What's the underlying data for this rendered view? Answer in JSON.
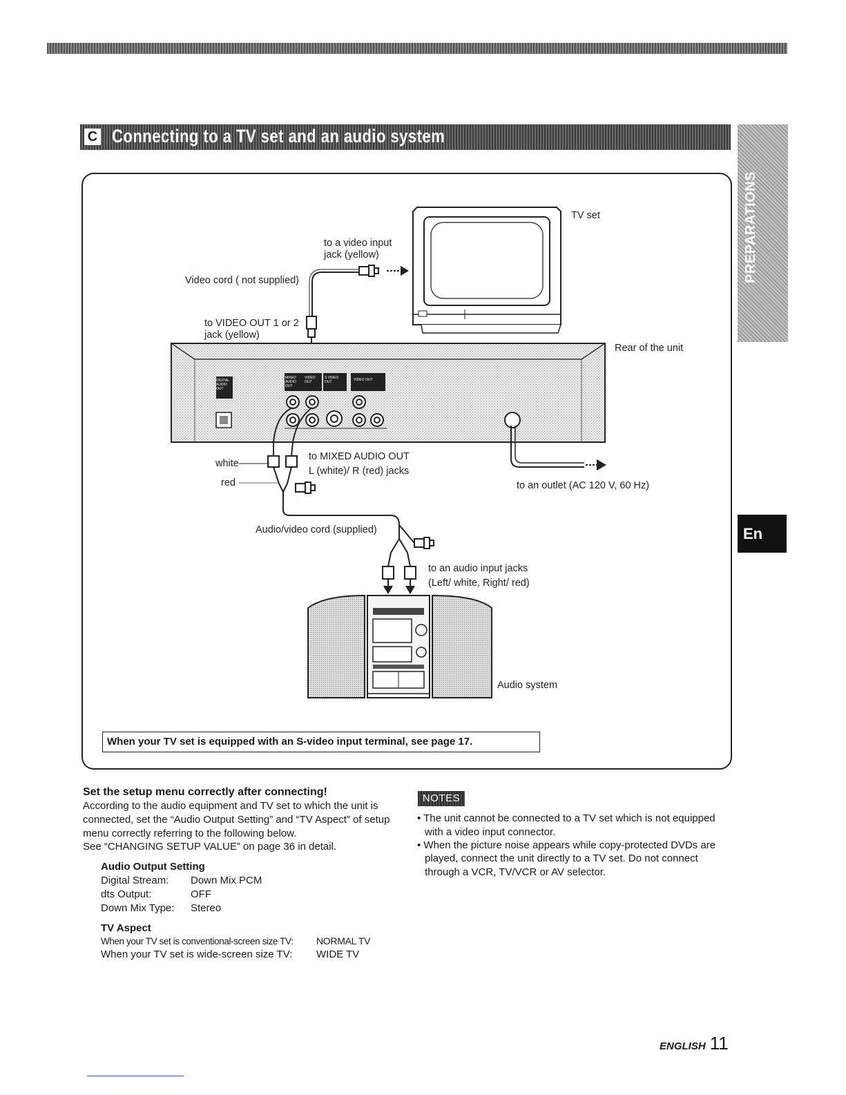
{
  "section": {
    "letter": "C",
    "title": "Connecting to a TV set and an audio system"
  },
  "side_tab": "PREPARATIONS",
  "lang_tab": "En",
  "diagram": {
    "tv_set": "TV set",
    "video_input_line1": "to a video input",
    "video_input_line2": "jack (yellow)",
    "video_cord": "Video cord ( not supplied)",
    "video_out_line1": "to VIDEO OUT 1 or 2",
    "video_out_line2": "jack (yellow)",
    "rear_of_unit": "Rear of the unit",
    "white": "white",
    "red": "red",
    "mixed_audio_line1": "to MIXED AUDIO OUT",
    "mixed_audio_line2": "L (white)/ R (red) jacks",
    "outlet": "to an outlet  (AC 120 V, 60 Hz)",
    "av_cord": "Audio/video cord (supplied)",
    "audio_input_line1": "to an audio input jacks",
    "audio_input_line2": "(Left/ white, Right/ red)",
    "audio_system": "Audio system",
    "panel_digital": "DIGITAL AUDIO OUT",
    "panel_mixed": "MIXED AUDIO OUT",
    "panel_video": "VIDEO OUT",
    "panel_svideo": "S VIDEO OUT",
    "panel_video2": "VIDEO OUT"
  },
  "svideo_note": "When your TV set is equipped with an S-video input terminal, see page 17.",
  "setup": {
    "heading": "Set the setup menu correctly after connecting!",
    "para_line1": "According to the audio equipment and TV set to which the unit is",
    "para_line2": "connected, set the “Audio Output Setting” and “TV Aspect” of setup",
    "para_line3": "menu correctly referring to the following below.",
    "para_line4": "See  “CHANGING SETUP VALUE” on page 36 in detail.",
    "audio_heading": "Audio Output Setting",
    "audio_rows": [
      {
        "label": "Digital Stream:",
        "value": "Down Mix PCM"
      },
      {
        "label": "dts Output:",
        "value": "OFF"
      },
      {
        "label": "Down Mix Type:",
        "value": "Stereo"
      }
    ],
    "tv_heading": "TV Aspect",
    "tv_rows": [
      {
        "label": "When your TV set is  conventional-screen size TV:",
        "value": "NORMAL TV"
      },
      {
        "label": "When your TV set is  wide-screen size TV:",
        "value": "WIDE TV"
      }
    ]
  },
  "notes": {
    "badge": "NOTES",
    "items": [
      {
        "line1": "• The unit cannot be connected to a TV set which is not equipped",
        "line2": "with a video input connector.",
        "line3": ""
      },
      {
        "line1": "• When the picture noise appears while copy-protected DVDs are",
        "line2": "played, connect the unit directly to a TV set.  Do not connect",
        "line3": "through a VCR, TV/VCR or AV selector."
      }
    ]
  },
  "footer": {
    "label": "ENGLISH",
    "page": "11"
  }
}
